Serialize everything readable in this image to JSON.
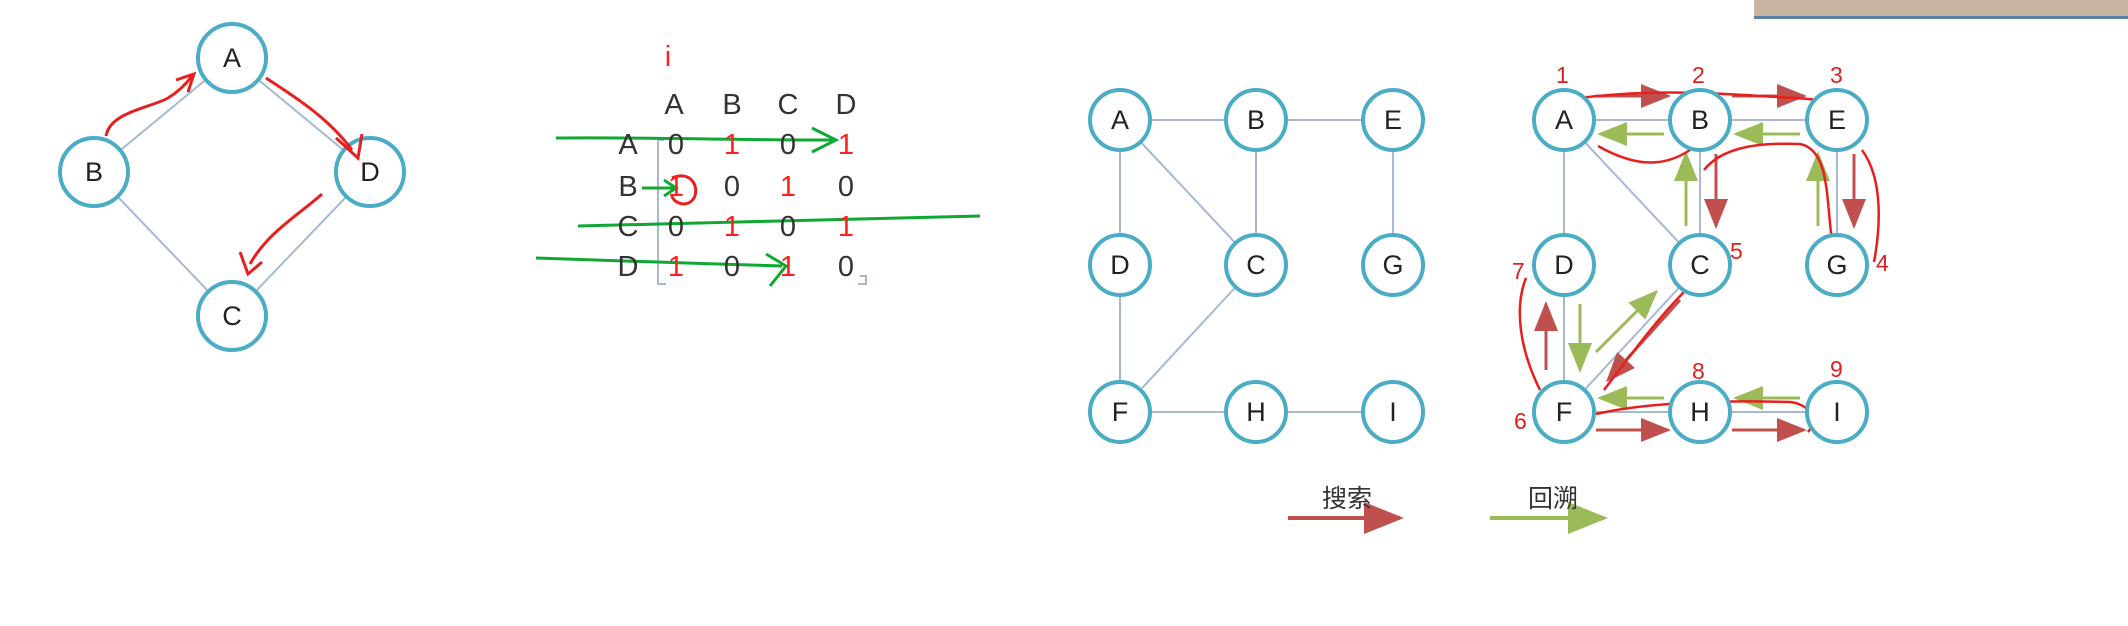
{
  "graph1": {
    "nodes": [
      {
        "id": "A",
        "label": "A"
      },
      {
        "id": "B",
        "label": "B"
      },
      {
        "id": "D",
        "label": "D"
      },
      {
        "id": "C",
        "label": "C"
      }
    ],
    "edges": [
      [
        "A",
        "B"
      ],
      [
        "A",
        "D"
      ],
      [
        "B",
        "C"
      ],
      [
        "D",
        "C"
      ]
    ]
  },
  "matrix": {
    "pointer": "i",
    "col_headers": [
      "A",
      "B",
      "C",
      "D"
    ],
    "rows": [
      {
        "label": "A",
        "values": [
          "0",
          "1",
          "0",
          "1"
        ]
      },
      {
        "label": "B",
        "values": [
          "1",
          "0",
          "1",
          "0"
        ]
      },
      {
        "label": "C",
        "values": [
          "0",
          "1",
          "0",
          "1"
        ]
      },
      {
        "label": "D",
        "values": [
          "1",
          "0",
          "1",
          "0"
        ]
      }
    ]
  },
  "graph2": {
    "nodes": [
      {
        "id": "A",
        "label": "A"
      },
      {
        "id": "B",
        "label": "B"
      },
      {
        "id": "E",
        "label": "E"
      },
      {
        "id": "D",
        "label": "D"
      },
      {
        "id": "C",
        "label": "C"
      },
      {
        "id": "G",
        "label": "G"
      },
      {
        "id": "F",
        "label": "F"
      },
      {
        "id": "H",
        "label": "H"
      },
      {
        "id": "I",
        "label": "I"
      }
    ],
    "edges": [
      [
        "A",
        "B"
      ],
      [
        "B",
        "E"
      ],
      [
        "A",
        "D"
      ],
      [
        "A",
        "C"
      ],
      [
        "B",
        "C"
      ],
      [
        "E",
        "G"
      ],
      [
        "D",
        "F"
      ],
      [
        "C",
        "F"
      ],
      [
        "F",
        "H"
      ],
      [
        "H",
        "I"
      ]
    ]
  },
  "graph3": {
    "nodes": [
      {
        "id": "A",
        "label": "A"
      },
      {
        "id": "B",
        "label": "B"
      },
      {
        "id": "E",
        "label": "E"
      },
      {
        "id": "D",
        "label": "D"
      },
      {
        "id": "C",
        "label": "C"
      },
      {
        "id": "G",
        "label": "G"
      },
      {
        "id": "F",
        "label": "F"
      },
      {
        "id": "H",
        "label": "H"
      },
      {
        "id": "I",
        "label": "I"
      }
    ],
    "edges": [
      [
        "A",
        "B"
      ],
      [
        "B",
        "E"
      ],
      [
        "A",
        "D"
      ],
      [
        "B",
        "C"
      ],
      [
        "E",
        "G"
      ],
      [
        "C",
        "F"
      ],
      [
        "D",
        "F"
      ],
      [
        "F",
        "H"
      ],
      [
        "H",
        "I"
      ]
    ],
    "visit_order": [
      "1",
      "2",
      "3",
      "4",
      "5",
      "6",
      "7",
      "8",
      "9"
    ]
  },
  "legend": {
    "search_label": "搜索",
    "backtrack_label": "回溯",
    "search_color": "#c0504d",
    "backtrack_color": "#9bbb59"
  },
  "colors": {
    "node_stroke": "#4bacc6",
    "edge": "#a6b8d4",
    "red_ink": "#e81f1f",
    "green_ink": "#0fa833"
  }
}
